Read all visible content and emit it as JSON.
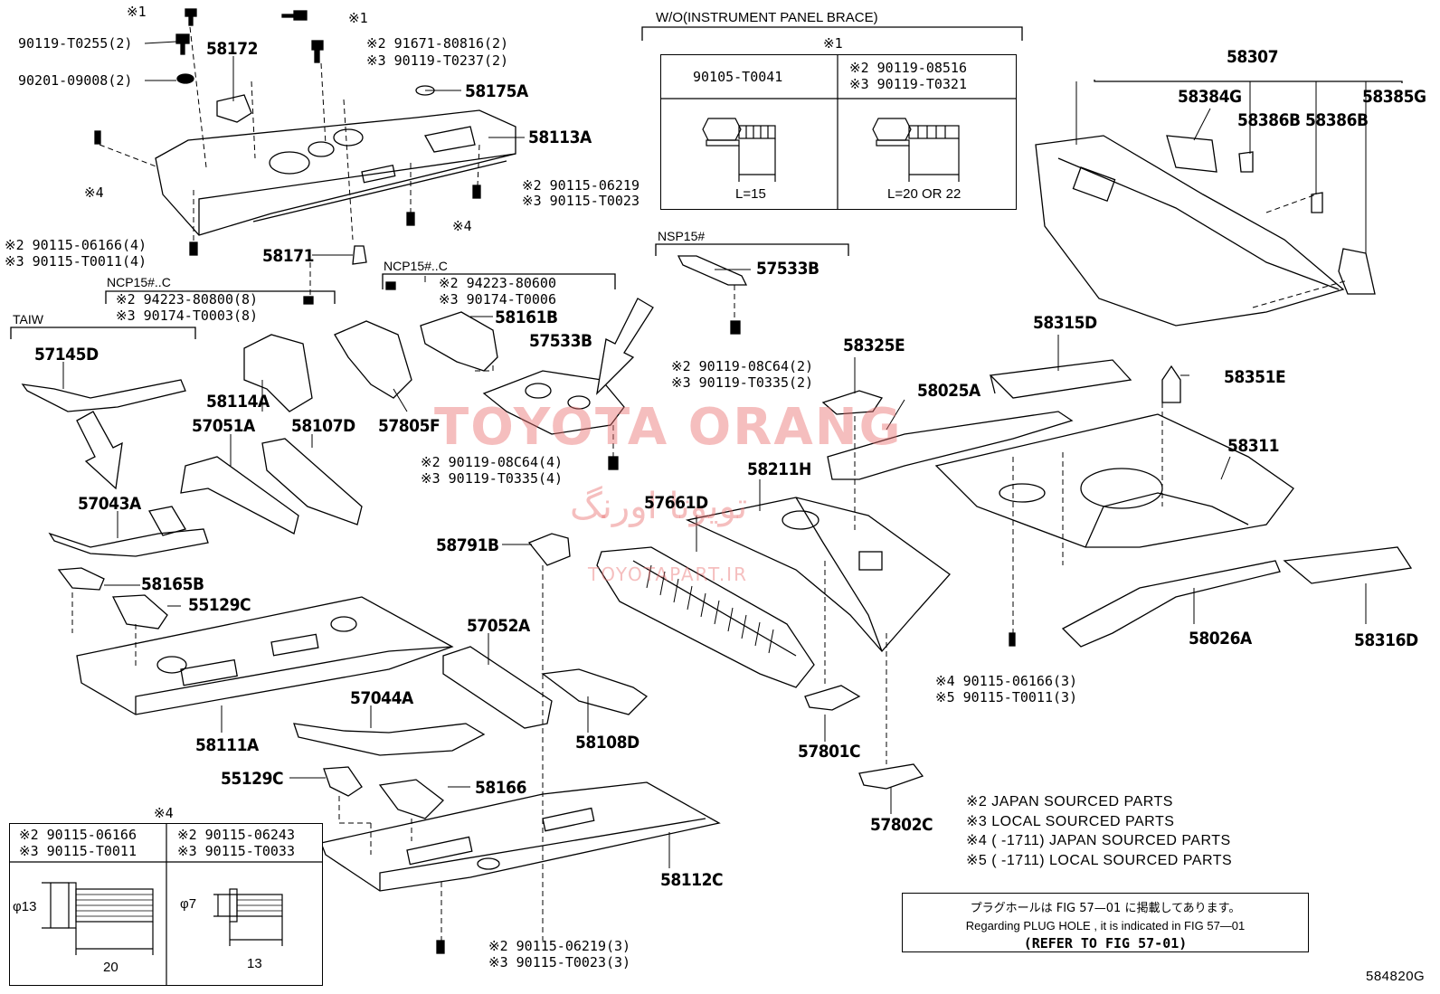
{
  "drawing_id": "584820G",
  "watermark": {
    "title": "TOYOTA ORANG",
    "persian": "تویوتا اورنگ",
    "url": "TOYOTAPART.IR"
  },
  "groups": {
    "wo": "W/O(INSTRUMENT PANEL BRACE)",
    "taiw": "TAIW",
    "ncp15_left": "NCP15#..C",
    "ncp15_mid": "NCP15#..C",
    "nsp15": "NSP15#"
  },
  "parts": [
    {
      "id": "p1",
      "label": "58172"
    },
    {
      "id": "p2",
      "label": "58175A"
    },
    {
      "id": "p3",
      "label": "58113A"
    },
    {
      "id": "p4",
      "label": "58171"
    },
    {
      "id": "p5",
      "label": "58161B"
    },
    {
      "id": "p6",
      "label": "57533B"
    },
    {
      "id": "p7",
      "label": "57533B"
    },
    {
      "id": "p8",
      "label": "57145D"
    },
    {
      "id": "p9",
      "label": "58114A"
    },
    {
      "id": "p10",
      "label": "57051A"
    },
    {
      "id": "p11",
      "label": "58107D"
    },
    {
      "id": "p12",
      "label": "57805F"
    },
    {
      "id": "p13",
      "label": "57043A"
    },
    {
      "id": "p14",
      "label": "58165B"
    },
    {
      "id": "p15",
      "label": "55129C"
    },
    {
      "id": "p16",
      "label": "58111A"
    },
    {
      "id": "p17",
      "label": "57052A"
    },
    {
      "id": "p18",
      "label": "57044A"
    },
    {
      "id": "p19",
      "label": "58108D"
    },
    {
      "id": "p20",
      "label": "55129C"
    },
    {
      "id": "p21",
      "label": "58166"
    },
    {
      "id": "p22",
      "label": "58112C"
    },
    {
      "id": "p23",
      "label": "58791B"
    },
    {
      "id": "p24",
      "label": "57661D"
    },
    {
      "id": "p25",
      "label": "58211H"
    },
    {
      "id": "p26",
      "label": "58325E"
    },
    {
      "id": "p27",
      "label": "58025A"
    },
    {
      "id": "p28",
      "label": "57801C"
    },
    {
      "id": "p29",
      "label": "57802C"
    },
    {
      "id": "p30",
      "label": "58307"
    },
    {
      "id": "p31",
      "label": "58384G"
    },
    {
      "id": "p32",
      "label": "58385G"
    },
    {
      "id": "p33",
      "label": "58386B"
    },
    {
      "id": "p34",
      "label": "58386B"
    },
    {
      "id": "p35",
      "label": "58315D"
    },
    {
      "id": "p36",
      "label": "58351E"
    },
    {
      "id": "p37",
      "label": "58311"
    },
    {
      "id": "p38",
      "label": "58026A"
    },
    {
      "id": "p39",
      "label": "58316D"
    }
  ],
  "fasteners": [
    {
      "id": "f1",
      "text": "※1"
    },
    {
      "id": "f2",
      "text": "90119-T0255(2)"
    },
    {
      "id": "f3",
      "text": "90201-09008(2)"
    },
    {
      "id": "f4",
      "text": "※1"
    },
    {
      "id": "f5",
      "text": "※2 91671-80816(2)"
    },
    {
      "id": "f6",
      "text": "※3 90119-T0237(2)"
    },
    {
      "id": "f7",
      "text": "※4"
    },
    {
      "id": "f8",
      "text": "※2 90115-06219"
    },
    {
      "id": "f9",
      "text": "※3 90115-T0023"
    },
    {
      "id": "f10",
      "text": "※4"
    },
    {
      "id": "f11",
      "text": "※2 90115-06166(4)"
    },
    {
      "id": "f12",
      "text": "※3 90115-T0011(4)"
    },
    {
      "id": "f13",
      "text": "※2 94223-80800(8)"
    },
    {
      "id": "f14",
      "text": "※3 90174-T0003(8)"
    },
    {
      "id": "f15",
      "text": "※2 94223-80600"
    },
    {
      "id": "f16",
      "text": "※3 90174-T0006"
    },
    {
      "id": "f17",
      "text": "※2 90119-08C64(4)"
    },
    {
      "id": "f18",
      "text": "※3 90119-T0335(4)"
    },
    {
      "id": "f19",
      "text": "※2 90119-08C64(2)"
    },
    {
      "id": "f20",
      "text": "※3 90119-T0335(2)"
    },
    {
      "id": "f21",
      "text": "※4 90115-06166(3)"
    },
    {
      "id": "f22",
      "text": "※5 90115-T0011(3)"
    },
    {
      "id": "f23",
      "text": "※2 90115-06219(3)"
    },
    {
      "id": "f24",
      "text": "※3 90115-T0023(3)"
    }
  ],
  "bolt_table": {
    "marker": "※1",
    "col1": {
      "part": "90105-T0041",
      "length": "L=15"
    },
    "col2": {
      "line1": "※2 90119-08516",
      "line2": "※3 90119-T0321",
      "length": "L=20 OR 22"
    }
  },
  "screw_table": {
    "marker": "※4",
    "col1": {
      "line1": "※2 90115-06166",
      "line2": "※3 90115-T0011",
      "dia": "φ13",
      "length": "20"
    },
    "col2": {
      "line1": "※2 90115-06243",
      "line2": "※3 90115-T0033",
      "dia": "φ7",
      "length": "13"
    }
  },
  "legend": [
    "※2  JAPAN SOURCED PARTS",
    "※3  LOCAL SOURCED PARTS",
    "※4 (      -1711) JAPAN SOURCED PARTS",
    "※5 (      -1711) LOCAL SOURCED PARTS"
  ],
  "reference": {
    "jp": "プラグホールは FIG 57—01 に掲載してあります。",
    "en": "Regarding  PLUG  HOLE , it is indicated in FIG  57—01",
    "refer": "(REFER  TO FIG 57-01)"
  }
}
